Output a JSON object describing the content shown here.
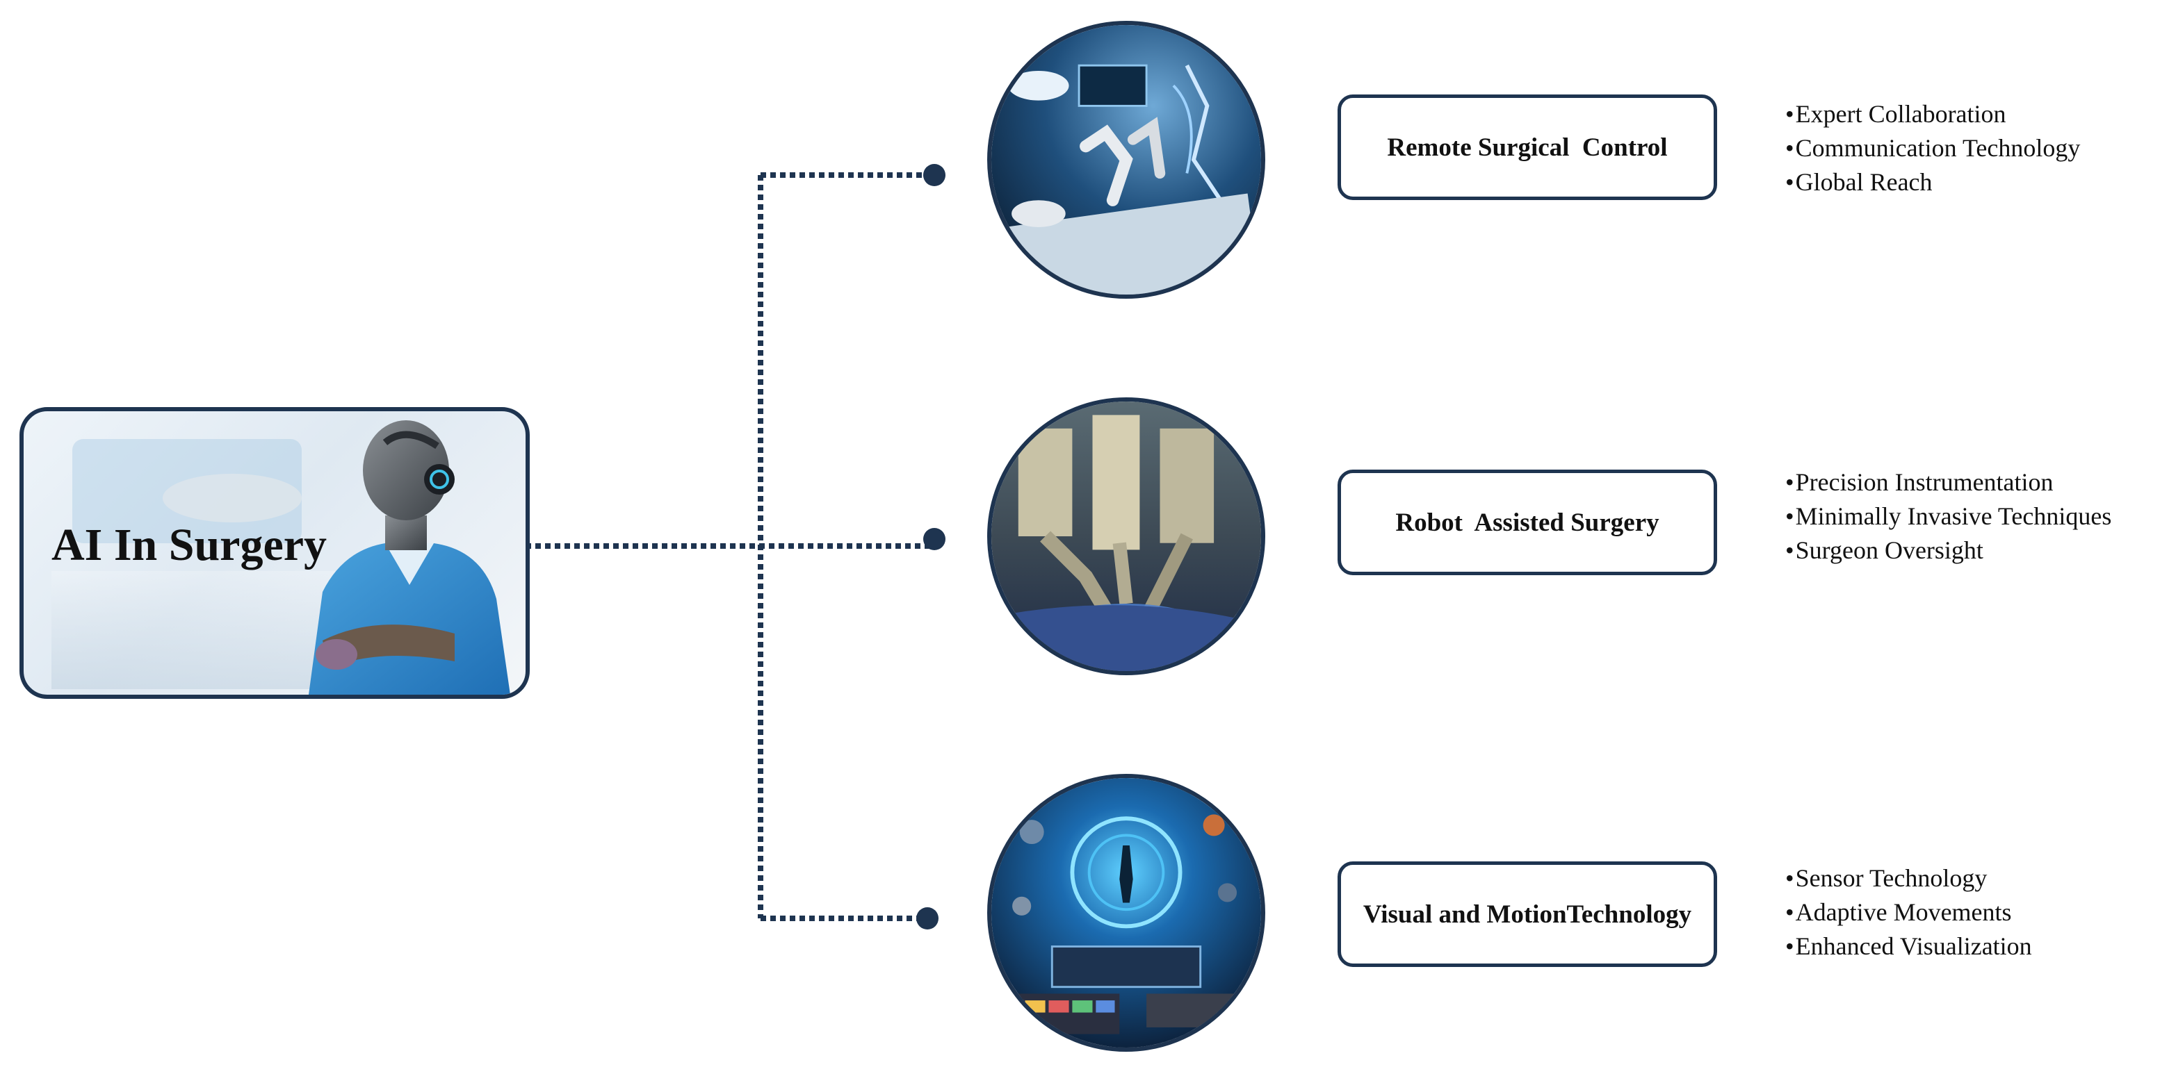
{
  "main": {
    "title": "AI In Surgery"
  },
  "branches": [
    {
      "label": "Remote Surgical  Control",
      "image": "robotic-surgery-hologram-image",
      "bullets": [
        "Expert Collaboration",
        "Communication Technology",
        "Global Reach"
      ]
    },
    {
      "label": "Robot  Assisted Surgery",
      "image": "surgical-robot-arms-image",
      "bullets": [
        "Precision Instrumentation",
        "Minimally Invasive Techniques",
        "Surgeon Oversight"
      ]
    },
    {
      "label": "Visual and MotionTechnology",
      "image": "digital-visualization-image",
      "bullets": [
        "Sensor Technology",
        "Adaptive Movements",
        "Enhanced Visualization"
      ]
    }
  ],
  "colors": {
    "outline": "#1e3450",
    "connector": "#1e3450",
    "background": "#ffffff"
  }
}
